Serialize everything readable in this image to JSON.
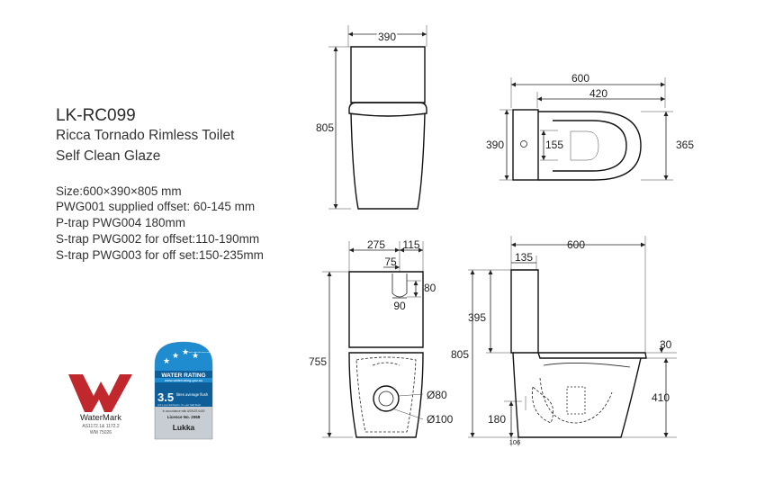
{
  "product": {
    "model": "LK-RC099",
    "name": "Ricca Tornado Rimless Toilet",
    "glaze": "Self Clean Glaze",
    "specs": [
      "Size:600×390×805 mm",
      "PWG001 supplied offset: 60-145 mm",
      "P-trap PWG004 180mm",
      "S-trap PWG002 for offset:110-190mm",
      "S-trap PWG003 for off set:150-235mm"
    ]
  },
  "watermark": {
    "brand": "WaterMark",
    "standard": "AS1172.1& 1172.2",
    "licence": "WM 75026"
  },
  "wels": {
    "header": "WATER RATING",
    "url": "www.waterrating.gov.au",
    "stars_caption": "The more stars the more water efficient",
    "rating": "3.5",
    "rating_unit": "litres average flush",
    "flush_detail": "4.5 L per full flush / 3 L per half flush",
    "standard_note": "In accordance with AS/NZS 6400",
    "licence": "Licence No. 2068",
    "brand": "Lukka",
    "star_count": 4,
    "colors": {
      "top": "#1e8ccf",
      "mid": "#0e5f99",
      "grey": "#c7cdd2"
    }
  },
  "dimensions": {
    "front_width": "390",
    "front_height": "805",
    "top_length": "600",
    "top_bowl": "420",
    "top_width": "390",
    "top_inlet": "155",
    "top_seat": "365",
    "side_top_left": "275",
    "side_top_right": "115",
    "side_75": "75",
    "side_80": "80",
    "side_90": "90",
    "side_height": "755",
    "outlet_d80": "Ø80",
    "outlet_d100": "Ø100",
    "profile_length": "600",
    "profile_135": "135",
    "profile_395": "395",
    "profile_805": "805",
    "profile_30": "30",
    "profile_410": "410",
    "profile_180": "180",
    "profile_106": "106"
  },
  "brand_colors": {
    "watermark_red": "#c0282d"
  }
}
